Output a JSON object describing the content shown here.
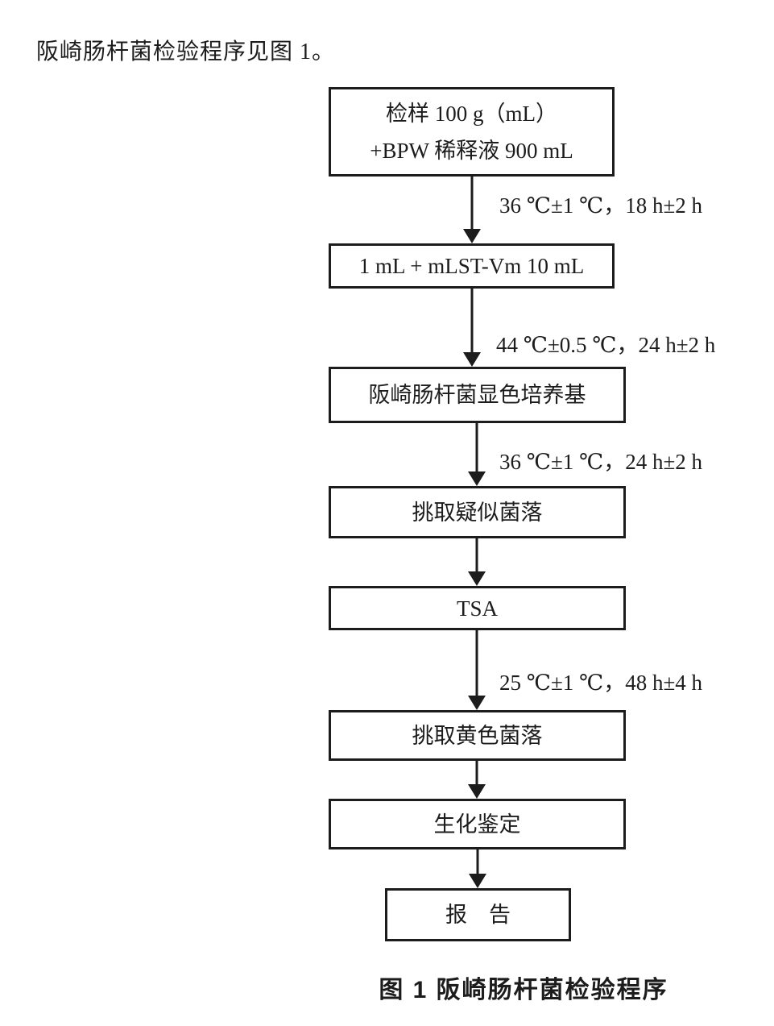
{
  "page": {
    "intro_text": "阪崎肠杆菌检验程序见图 1。",
    "caption": "图 1  阪崎肠杆菌检验程序"
  },
  "flowchart": {
    "nodes": [
      {
        "id": "sample-dilution",
        "lines": [
          "检样 100 g（mL）",
          "+BPW 稀释液 900 mL"
        ]
      },
      {
        "id": "mlst-enrichment",
        "lines": [
          "1 mL + mLST-Vm 10 mL"
        ]
      },
      {
        "id": "chromogenic-medium",
        "lines": [
          "阪崎肠杆菌显色培养基"
        ]
      },
      {
        "id": "pick-suspect",
        "lines": [
          "挑取疑似菌落"
        ]
      },
      {
        "id": "tsa",
        "lines": [
          "TSA"
        ]
      },
      {
        "id": "pick-yellow",
        "lines": [
          "挑取黄色菌落"
        ]
      },
      {
        "id": "biochemical-id",
        "lines": [
          "生化鉴定"
        ]
      },
      {
        "id": "report",
        "lines": [
          "报　告"
        ]
      }
    ],
    "edge_labels": [
      "36 ℃±1 ℃，18 h±2 h",
      "44 ℃±0.5 ℃，24 h±2 h",
      "36 ℃±1 ℃，24 h±2 h",
      "",
      "25 ℃±1 ℃，48 h±4 h",
      "",
      ""
    ],
    "colors": {
      "ink": "#1c1c1c",
      "background": "#ffffff"
    }
  }
}
